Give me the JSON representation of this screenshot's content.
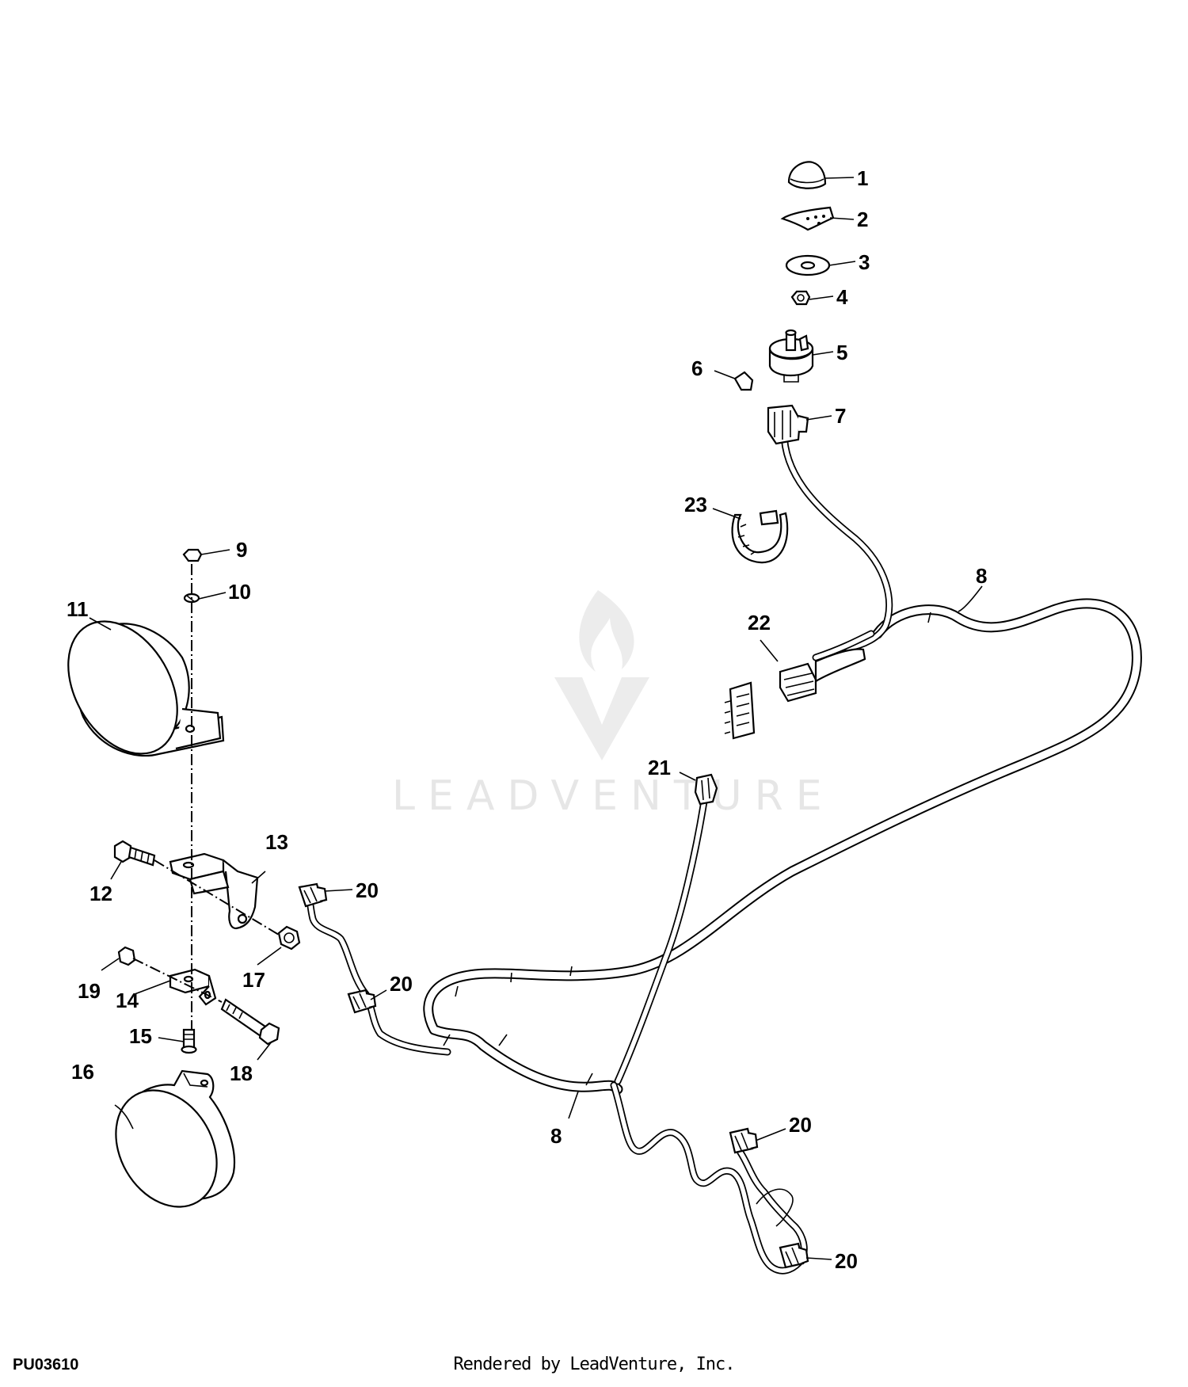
{
  "diagram": {
    "figure_id": "PU03610",
    "render_credit": "Rendered by LeadVenture, Inc.",
    "watermark": "LEADVENTURE",
    "callouts": [
      "1",
      "2",
      "3",
      "4",
      "5",
      "6",
      "7",
      "8",
      "8",
      "9",
      "10",
      "11",
      "12",
      "13",
      "14",
      "15",
      "16",
      "17",
      "18",
      "19",
      "20",
      "20",
      "20",
      "20",
      "21",
      "22",
      "23"
    ]
  }
}
